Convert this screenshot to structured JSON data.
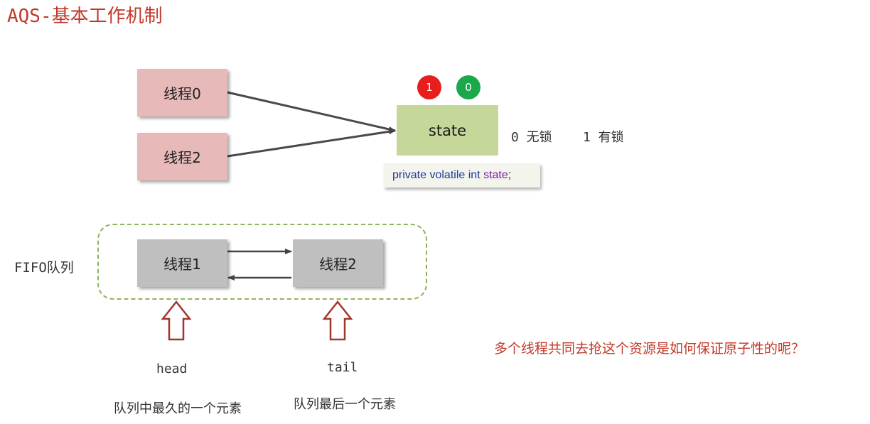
{
  "title": "AQS-基本工作机制",
  "threads_top": [
    "线程0",
    "线程2"
  ],
  "state": {
    "label": "state",
    "badge_red": "1",
    "badge_green": "0",
    "code_kw": "private volatile int",
    "code_var": "state",
    "code_end": ";",
    "legend_unlocked": "0 无锁",
    "legend_locked": "1 有锁"
  },
  "queue": {
    "label": "FIFO队列",
    "nodes": [
      "线程1",
      "线程2"
    ],
    "head_label": "head",
    "tail_label": "tail",
    "head_desc": "队列中最久的一个元素",
    "tail_desc": "队列最后一个元素"
  },
  "question": "多个线程共同去抢这个资源是如何保证原子性的呢？",
  "colors": {
    "title": "#c0392b",
    "thread_pink": "#e8b9b9",
    "thread_gray": "#bfbfbf",
    "state_green": "#c5d89a",
    "badge_red": "#e81e1e",
    "badge_green": "#1aa84a",
    "queue_border": "#8fb25a",
    "up_arrow": "#a0372b"
  }
}
